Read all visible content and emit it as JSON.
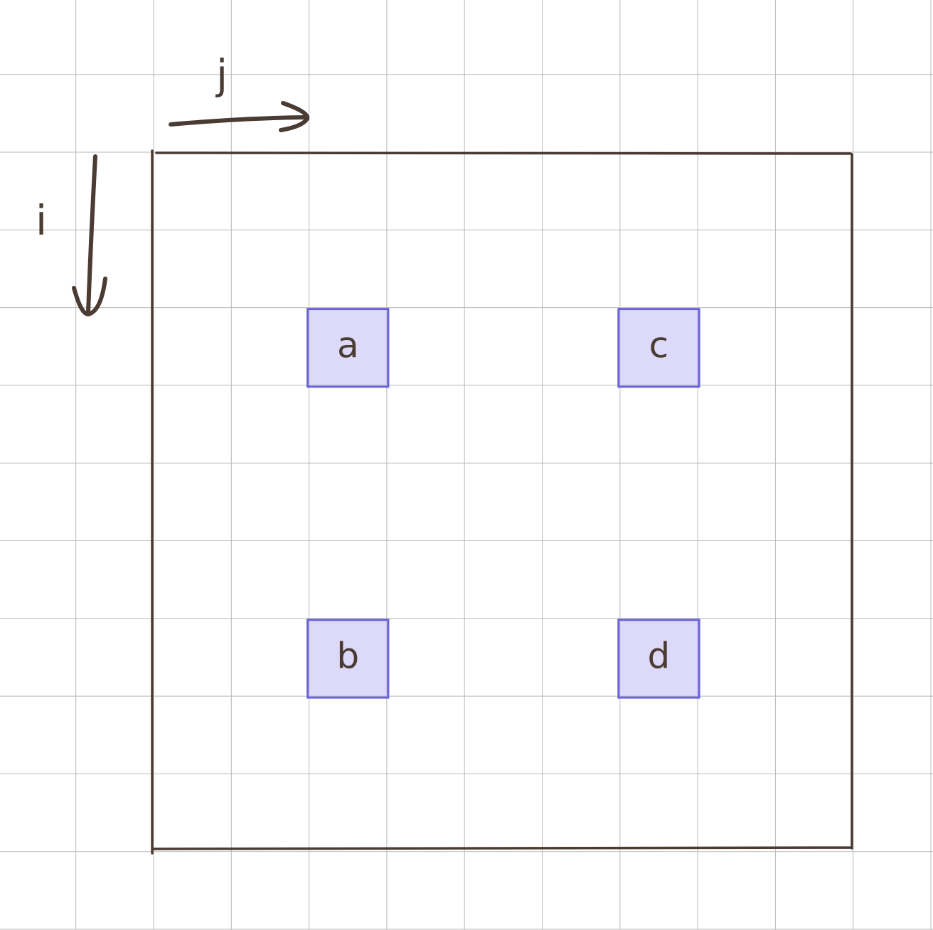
{
  "axes": {
    "horizontal_label": "j",
    "vertical_label": "i"
  },
  "cells": [
    {
      "label": "a",
      "row": 2,
      "col": 2
    },
    {
      "label": "b",
      "row": 6,
      "col": 2
    },
    {
      "label": "c",
      "row": 2,
      "col": 6
    },
    {
      "label": "d",
      "row": 6,
      "col": 6
    }
  ],
  "colors": {
    "ink": "#4a3b33",
    "cell_fill": "#dcd8f6",
    "cell_border": "#6c63d9",
    "grid_line": "#b9b9b9"
  }
}
